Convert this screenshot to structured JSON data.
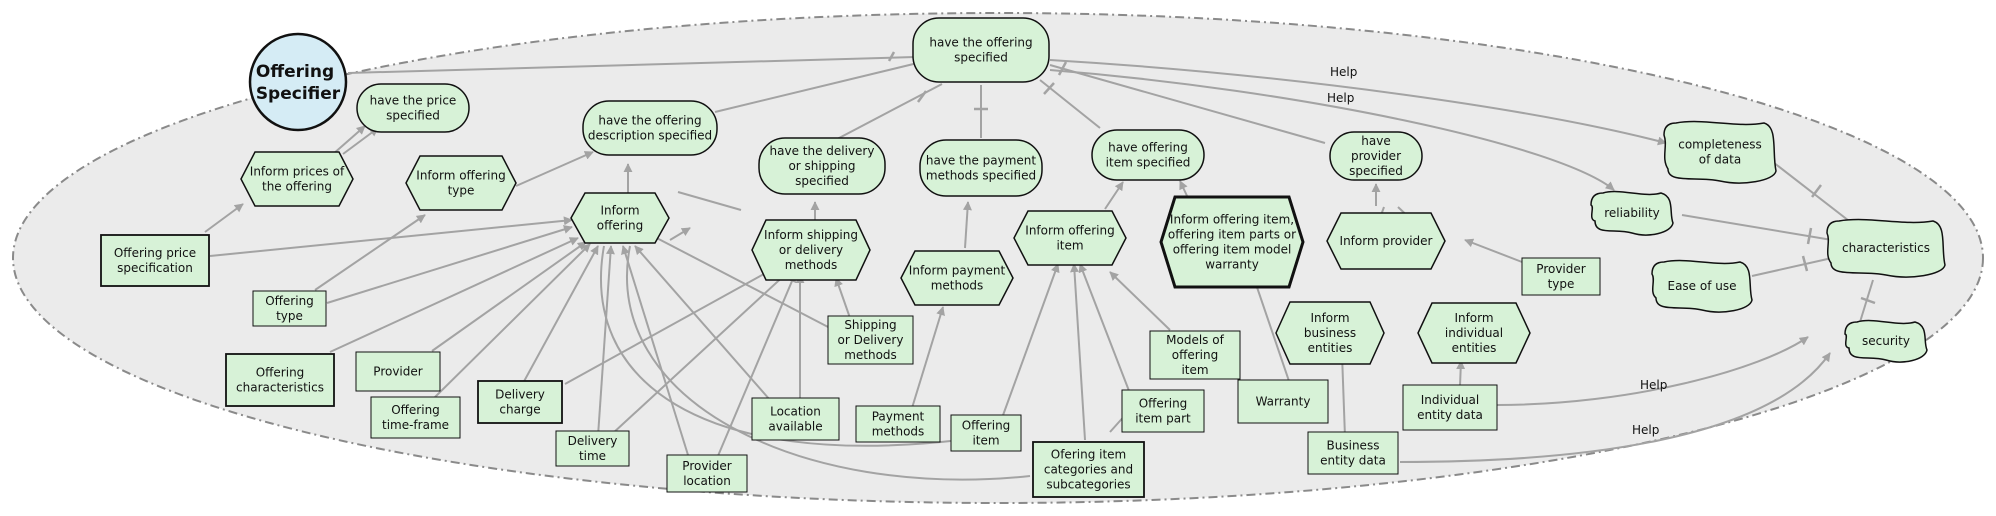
{
  "actor": {
    "name": [
      "Offering",
      "Specifier"
    ]
  },
  "goals": {
    "main": [
      "have the offering",
      "specified"
    ],
    "price": [
      "have the price",
      "specified"
    ],
    "description": [
      "have the offering",
      "description specified"
    ],
    "delivery": [
      "have the delivery",
      "or shipping",
      "specified"
    ],
    "payment": [
      "have the payment",
      "methods specified"
    ],
    "item": [
      "have offering",
      "item specified"
    ],
    "provider": [
      "have",
      "provider",
      "specified"
    ]
  },
  "softgoals": {
    "completeness": [
      "completeness",
      "of data"
    ],
    "reliability": [
      "reliability"
    ],
    "characteristics": [
      "characteristics"
    ],
    "ease": [
      "Ease of use"
    ],
    "security": [
      "security"
    ]
  },
  "tasks": {
    "inform_prices": [
      "Inform prices of",
      "the offering"
    ],
    "inform_type": [
      "Inform offering",
      "type"
    ],
    "inform_offering": [
      "Inform",
      "offering"
    ],
    "inform_shipping": [
      "Inform shipping",
      "or delivery",
      "methods"
    ],
    "inform_payment": [
      "Inform payment",
      "methods"
    ],
    "inform_item": [
      "Inform offering",
      "item"
    ],
    "inform_item_parts": [
      "Inform offering item,",
      "offering item parts or",
      "offering item model",
      "warranty"
    ],
    "inform_provider": [
      "Inform provider"
    ],
    "inform_business": [
      "Inform",
      "business",
      "entities"
    ],
    "inform_individual": [
      "Inform",
      "individual",
      "entities"
    ]
  },
  "resources": {
    "price_spec": [
      "Offering price",
      "specification"
    ],
    "offering_type": [
      "Offering",
      "type"
    ],
    "characteristics_res": [
      "Offering",
      "characteristics"
    ],
    "provider": [
      "Provider"
    ],
    "time_frame": [
      "Offering",
      "time-frame"
    ],
    "delivery_charge": [
      "Delivery",
      "charge"
    ],
    "delivery_time": [
      "Delivery",
      "time"
    ],
    "provider_location": [
      "Provider",
      "location"
    ],
    "location_available": [
      "Location",
      "available"
    ],
    "payment_methods": [
      "Payment",
      "methods"
    ],
    "shipping_methods": [
      "Shipping",
      "or Delivery",
      "methods"
    ],
    "offering_item": [
      "Offering",
      "item"
    ],
    "categories": [
      "Ofering item",
      "categories and",
      "subcategories"
    ],
    "item_part": [
      "Offering",
      "item part"
    ],
    "models": [
      "Models of",
      "offering",
      "item"
    ],
    "warranty": [
      "Warranty"
    ],
    "business_data": [
      "Business",
      "entity data"
    ],
    "individual_data": [
      "Individual",
      "entity data"
    ],
    "provider_type": [
      "Provider",
      "type"
    ]
  },
  "contribution_labels": [
    "Help",
    "Help",
    "Help",
    "Help"
  ],
  "colors": {
    "boundary_fill": "#ebebeb",
    "boundary_stroke": "#8a8a8a",
    "element_fill": "#d7f2d7",
    "actor_fill": "#d5ecf5",
    "link": "#a3a3a3"
  }
}
